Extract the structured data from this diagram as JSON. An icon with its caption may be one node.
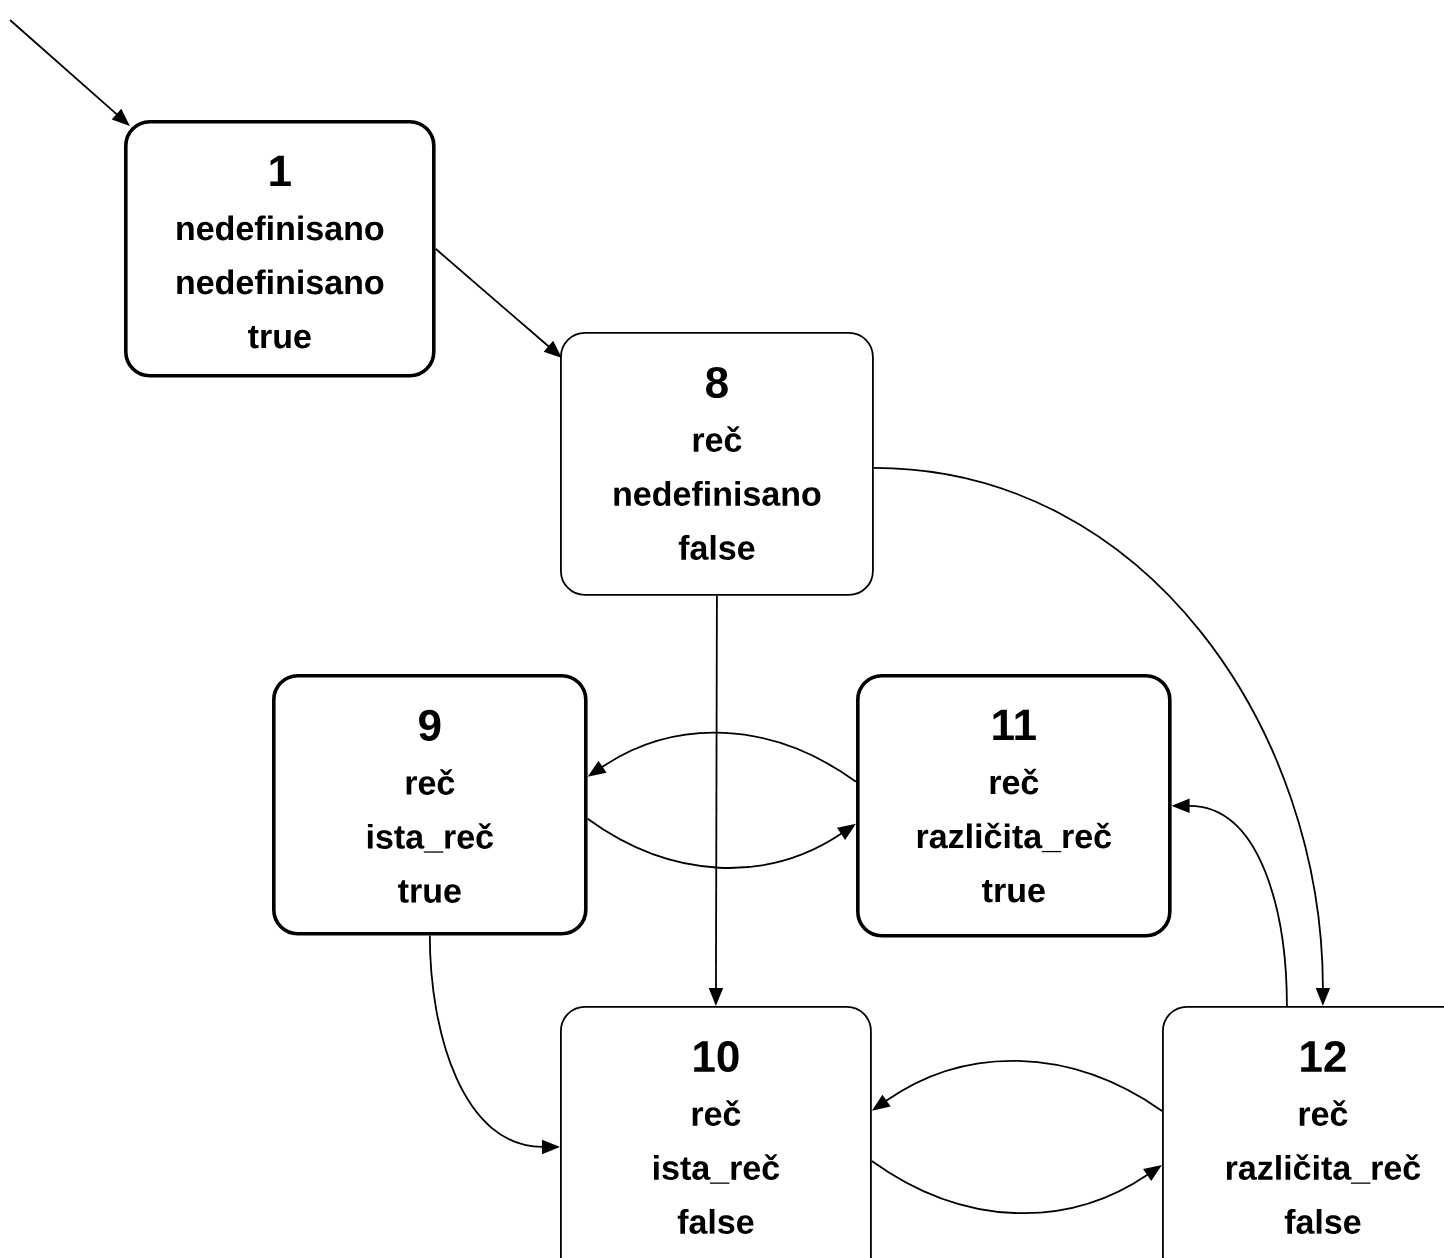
{
  "diagram": {
    "nodes": [
      {
        "text": [
          "1",
          "nedefinisano",
          "nedefinisano",
          "true"
        ]
      },
      {
        "text": [
          "8",
          "reč",
          "nedefinisano",
          "false"
        ]
      },
      {
        "text": [
          "9",
          "reč",
          "ista_reč",
          "true"
        ]
      },
      {
        "text": [
          "11",
          "reč",
          "različita_reč",
          "true"
        ]
      },
      {
        "text": [
          "10",
          "reč",
          "ista_reč",
          "false"
        ]
      },
      {
        "text": [
          "12",
          "reč",
          "različita_reč",
          "false"
        ]
      }
    ],
    "edges": [
      {
        "from": null,
        "to": 0,
        "arrow": "to"
      },
      {
        "from": 0,
        "to": 1,
        "arrow": "to"
      },
      {
        "from": 1,
        "to": 4,
        "arrow": "to"
      },
      {
        "from": 1,
        "to": 5,
        "arrow": "to"
      },
      {
        "from": 3,
        "to": 2,
        "arrow": "to"
      },
      {
        "from": 2,
        "to": 3,
        "arrow": "to"
      },
      {
        "from": 2,
        "to": 4,
        "arrow": "to"
      },
      {
        "from": 5,
        "to": 3,
        "arrow": "to"
      },
      {
        "from": 5,
        "to": 4,
        "arrow": "to"
      },
      {
        "from": 4,
        "to": 5,
        "arrow": "to"
      }
    ]
  }
}
